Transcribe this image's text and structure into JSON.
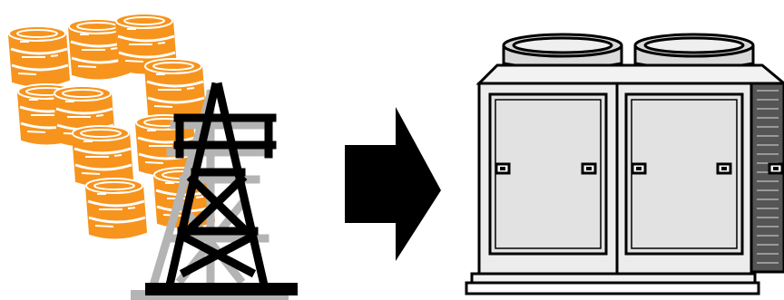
{
  "scene": {
    "background": "#ffffff",
    "colors": {
      "barrel_orange": "#f7941d",
      "barrel_highlight": "#ffffff",
      "tower": "#000000",
      "tower_shadow": "#b4b4b4",
      "arrow": "#000000",
      "unit_body": "#ececec",
      "unit_panel": "#e2e2e2",
      "unit_outline": "#000000",
      "unit_fan_top": "#d9d9d9"
    },
    "items": [
      {
        "name": "oil-barrels",
        "icon": "barrel-stack-icon"
      },
      {
        "name": "power-tower",
        "icon": "transmission-tower-icon"
      },
      {
        "name": "arrow",
        "icon": "arrow-right-icon"
      },
      {
        "name": "condensing-unit",
        "icon": "outdoor-ac-unit-icon"
      }
    ]
  }
}
